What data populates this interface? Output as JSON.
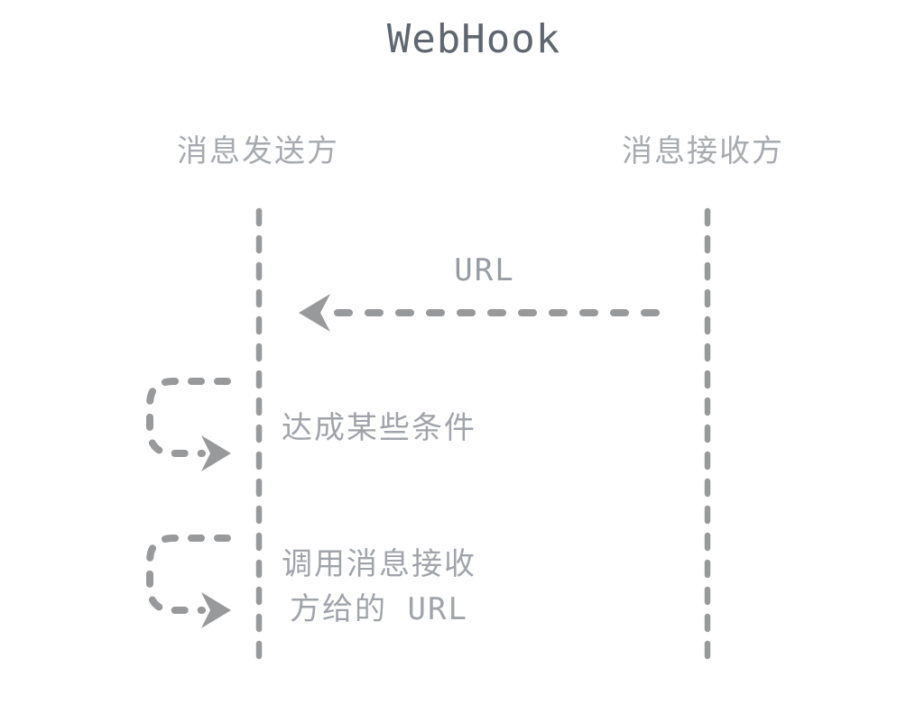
{
  "title": "WebHook",
  "participants": {
    "sender": "消息发送方",
    "receiver": "消息接收方"
  },
  "messages": {
    "url_message": {
      "label": "URL",
      "from": "receiver",
      "to": "sender",
      "style": "dashed-arrow-left"
    },
    "condition_self_message": {
      "label": "达成某些条件",
      "on": "sender",
      "style": "dashed-self-loop"
    },
    "callback_self_message": {
      "label_line1": "调用消息接收",
      "label_line2": "方给的 URL",
      "on": "sender",
      "style": "dashed-self-loop"
    }
  },
  "colors": {
    "background": "#ffffff",
    "title_text": "#5f6670",
    "participant_text": "#a7aaaf",
    "message_text": "#a0a4aa",
    "line_stroke": "#98999b"
  }
}
